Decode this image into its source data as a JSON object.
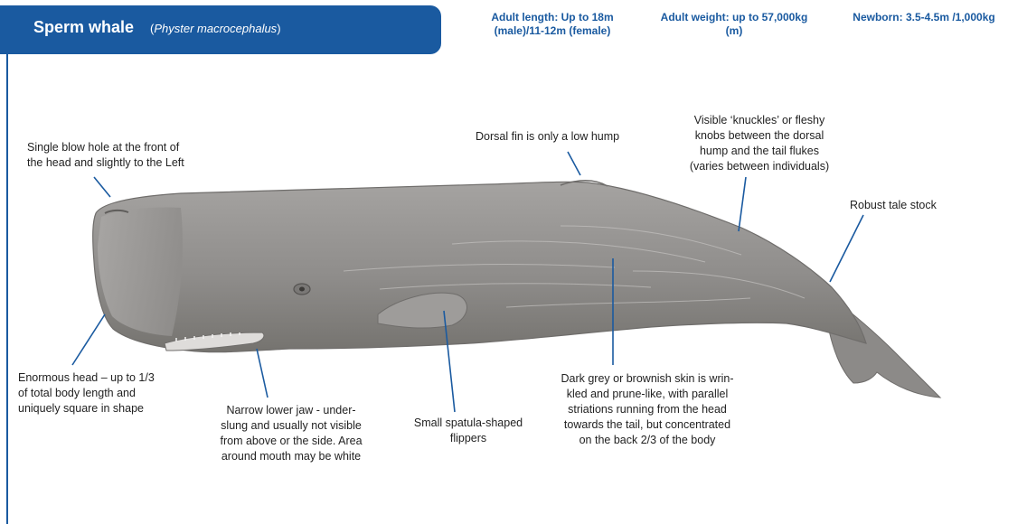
{
  "header": {
    "common_name": "Sperm whale",
    "scientific_name_open": "(",
    "scientific_name": "Physter macrocephalus",
    "scientific_name_close": ")"
  },
  "stats": {
    "adult_length_line1": "Adult length: Up to 18m",
    "adult_length_line2": "(male)/11-12m (female)",
    "adult_weight_line1": "Adult weight: up to 57,000kg",
    "adult_weight_line2": "(m)",
    "newborn": "Newborn: 3.5-4.5m /1,000kg"
  },
  "labels": {
    "blowhole": [
      "Single blow hole at the  front of",
      "the head and slightly to the Left"
    ],
    "dorsal_fin": [
      "Dorsal fin is only a low hump"
    ],
    "knuckles": [
      "Visible ‘knuckles’ or fleshy",
      "knobs between the dorsal",
      "hump and the tail flukes",
      "(varies between individuals)"
    ],
    "tail_stock": [
      "Robust tale stock"
    ],
    "head": [
      "Enormous head – up to 1/3",
      "of total body length and",
      "uniquely square in shape"
    ],
    "lower_jaw": [
      "Narrow lower jaw  - under-",
      "slung and usually not visible",
      "from above or the side.  Area",
      "around mouth may be white"
    ],
    "flippers": [
      "Small spatula-shaped",
      "flippers"
    ],
    "skin": [
      "Dark grey or brownish skin is wrin-",
      "kled and prune-like, with parallel",
      "striations running from the head",
      "towards the tail, but concentrated",
      "on the back 2/3 of the body"
    ]
  },
  "colors": {
    "brand_blue": "#1a5aa0",
    "whale_body": "#8f8d8b",
    "whale_shadow": "#6f6d6b",
    "whale_highlight": "#b9b7b5",
    "pointer_line": "#1a5aa0",
    "label_text": "#222222"
  }
}
